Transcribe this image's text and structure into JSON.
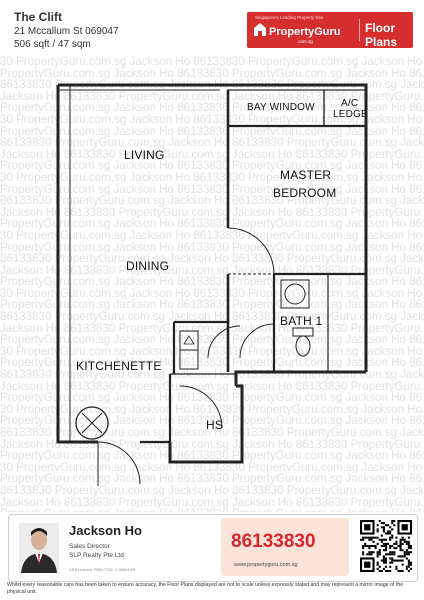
{
  "header": {
    "title": "The Clift",
    "address": "21 Mccallum St 069047",
    "size": "506 sqft / 47 sqm"
  },
  "branding": {
    "tagline": "Singapore's Leading Property Site",
    "logo_name": "PropertyGuru",
    "logo_domain": ".com.sg",
    "section_label": "Floor Plans",
    "brand_color": "#d62e2e"
  },
  "watermark": {
    "rows": [
      "30 PropertyGuru.com.sg Jackson Ho 86133830 PropertyGuru.com.sg Jackson Ho 86133830 PropertyGuru.com.sg",
      "PropertyGuru.com.sg Jackson Ho 86133830 PropertyGuru.com.sg Jackson Ho 86133830 PropertyGuru.com.sg",
      "86133830 PropertyGuru.com.sg Jackson Ho 86133830 PropertyGuru.com.sg Jackson Ho 86133830",
      "Jackson Ho 86133830 PropertyGuru.com.sg Jackson Ho 86133830 PropertyGuru.com.sg Jackson Ho",
      "PropertyGuru.com.sg Jackson Ho 86133830 PropertyGuru.com.sg Jackson Ho 86133830 PropertyGuru.com.sg"
    ]
  },
  "plan": {
    "rooms": {
      "bay_window": "BAY WINDOW",
      "ac_ledge_1": "A/C",
      "ac_ledge_2": "LEDGE",
      "living": "LIVING",
      "master_bedroom_1": "MASTER",
      "master_bedroom_2": "BEDROOM",
      "dining": "DINING",
      "bath": "BATH 1",
      "kitchenette": "KITCHENETTE",
      "hs": "HS"
    }
  },
  "agent": {
    "name": "Jackson Ho",
    "title": "Sales Director",
    "company": "SLP Realty Pte Ltd",
    "licence": "CEA Licence: R061731E / L3008149I"
  },
  "contact": {
    "phone": "86133830",
    "url": "www.propertyguru.com.sg",
    "phone_color": "#d7262d"
  },
  "disclaimer": "Whilst every reasonable care has been taken to ensure accuracy, the Floor Plans displayed are not to scale unless expressly stated and may represent a mirror image of the physical unit."
}
